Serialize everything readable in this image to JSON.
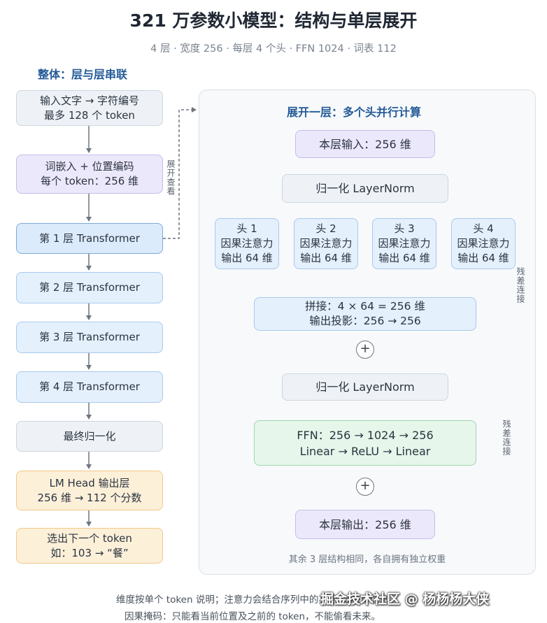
{
  "title": "321 万参数小模型：结构与单层展开",
  "subtitle": "4 层 · 宽度 256 · 每层 4 个头 · FFN 1024 · 词表 112",
  "left": {
    "heading": "整体：层与层串联",
    "nodes": [
      {
        "lines": [
          "输入文字 → 字符编号",
          "最多 128 个 token"
        ],
        "color": "gray"
      },
      {
        "lines": [
          "词嵌入 + 位置编码",
          "每个 token：256 维"
        ],
        "color": "purple"
      },
      {
        "lines": [
          "第 1 层 Transformer"
        ],
        "color": "blue-strong"
      },
      {
        "lines": [
          "第 2 层 Transformer"
        ],
        "color": "blue"
      },
      {
        "lines": [
          "第 3 层 Transformer"
        ],
        "color": "blue"
      },
      {
        "lines": [
          "第 4 层 Transformer"
        ],
        "color": "blue"
      },
      {
        "lines": [
          "最终归一化"
        ],
        "color": "gray"
      },
      {
        "lines": [
          "LM Head 输出层",
          "256 维 → 112 个分数"
        ],
        "color": "orange"
      },
      {
        "lines": [
          "选出下一个 token",
          "如：103 → “餐”"
        ],
        "color": "orange"
      }
    ],
    "expand_label": "展开查看"
  },
  "right": {
    "heading": "展开一层：多个头并行计算",
    "layer_input": "本层输入：256 维",
    "norm1": "归一化 LayerNorm",
    "heads": [
      {
        "name": "头 1",
        "desc": "因果注意力",
        "out": "输出 64 维"
      },
      {
        "name": "头 2",
        "desc": "因果注意力",
        "out": "输出 64 维"
      },
      {
        "name": "头 3",
        "desc": "因果注意力",
        "out": "输出 64 维"
      },
      {
        "name": "头 4",
        "desc": "因果注意力",
        "out": "输出 64 维"
      }
    ],
    "concat": [
      "拼接：4 × 64 = 256 维",
      "输出投影：256 → 256"
    ],
    "plus": "+",
    "norm2": "归一化 LayerNorm",
    "ffn": [
      "FFN：256 → 1024 → 256",
      "Linear → ReLU → Linear"
    ],
    "layer_output": "本层输出：256 维",
    "residual_label": "残差连接",
    "note": "其余 3 层结构相同，各自拥有独立权重"
  },
  "footer": {
    "line1": "维度按单个 token 说明；注意力会结合序列中的其他 token 信息。",
    "line2": "因果掩码：只能看当前位置及之前的 token，不能偷看未来。"
  },
  "watermark": "掘金技术社区 @ 杨杨杨大侠",
  "colors": {
    "accent": "#245b97",
    "arrow": "#6e7780"
  }
}
